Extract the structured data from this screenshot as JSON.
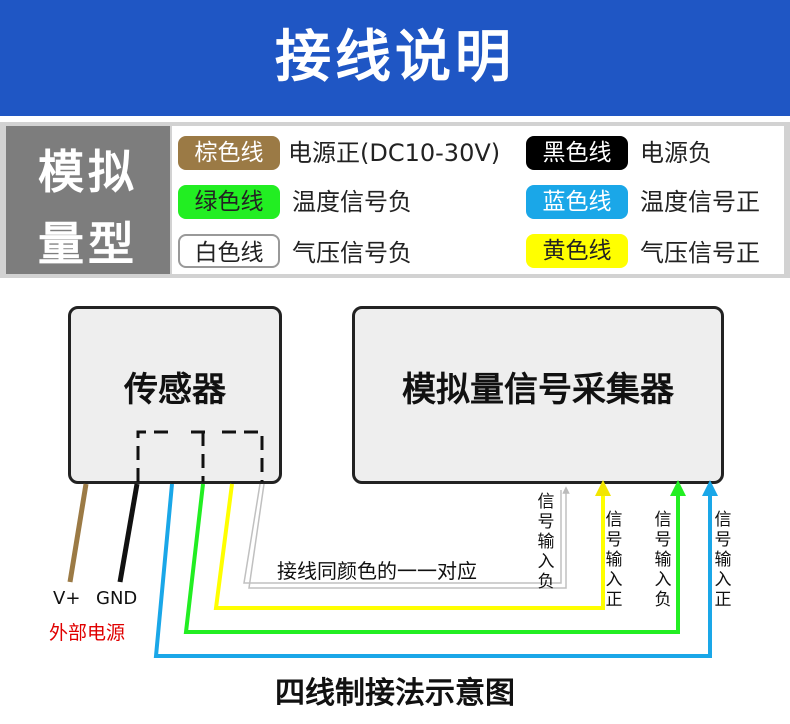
{
  "header": {
    "title": "接线说明"
  },
  "legend": {
    "category": [
      "模拟",
      "量型"
    ],
    "items": [
      {
        "chip": "棕色线",
        "desc": "电源正(DC10-30V)",
        "chip_color": "#9b7a45",
        "chip_text_color": "#ffffff"
      },
      {
        "chip": "黑色线",
        "desc": "电源负",
        "chip_color": "#000000",
        "chip_text_color": "#ffffff"
      },
      {
        "chip": "绿色线",
        "desc": "温度信号负",
        "chip_color": "#22ee22",
        "chip_text_color": "#222222"
      },
      {
        "chip": "蓝色线",
        "desc": "温度信号正",
        "chip_color": "#1aa7e8",
        "chip_text_color": "#ffffff"
      },
      {
        "chip": "白色线",
        "desc": "气压信号负",
        "chip_color": "#ffffff",
        "chip_text_color": "#222222"
      },
      {
        "chip": "黄色线",
        "desc": "气压信号正",
        "chip_color": "#ffff00",
        "chip_text_color": "#222222"
      }
    ]
  },
  "diagram": {
    "sensor_label": "传感器",
    "collector_label": "模拟量信号采集器",
    "terminals": [
      {
        "label": "信号输入负",
        "wire": "white"
      },
      {
        "label": "信号输入正",
        "wire": "yellow"
      },
      {
        "label": "信号输入负",
        "wire": "green"
      },
      {
        "label": "信号输入正",
        "wire": "blue"
      }
    ],
    "note": "接线同颜色的一一对应",
    "power_labels": {
      "vplus": "V+",
      "gnd": "GND"
    },
    "power_caption": "外部电源",
    "wire_colors": {
      "brown": "#9b7a45",
      "black": "#111111",
      "blue": "#1aa7e8",
      "green": "#22ee22",
      "yellow": "#ffff00",
      "white": "#c8c8c8"
    },
    "accent_red": "#e00000"
  },
  "caption": "四线制接法示意图"
}
